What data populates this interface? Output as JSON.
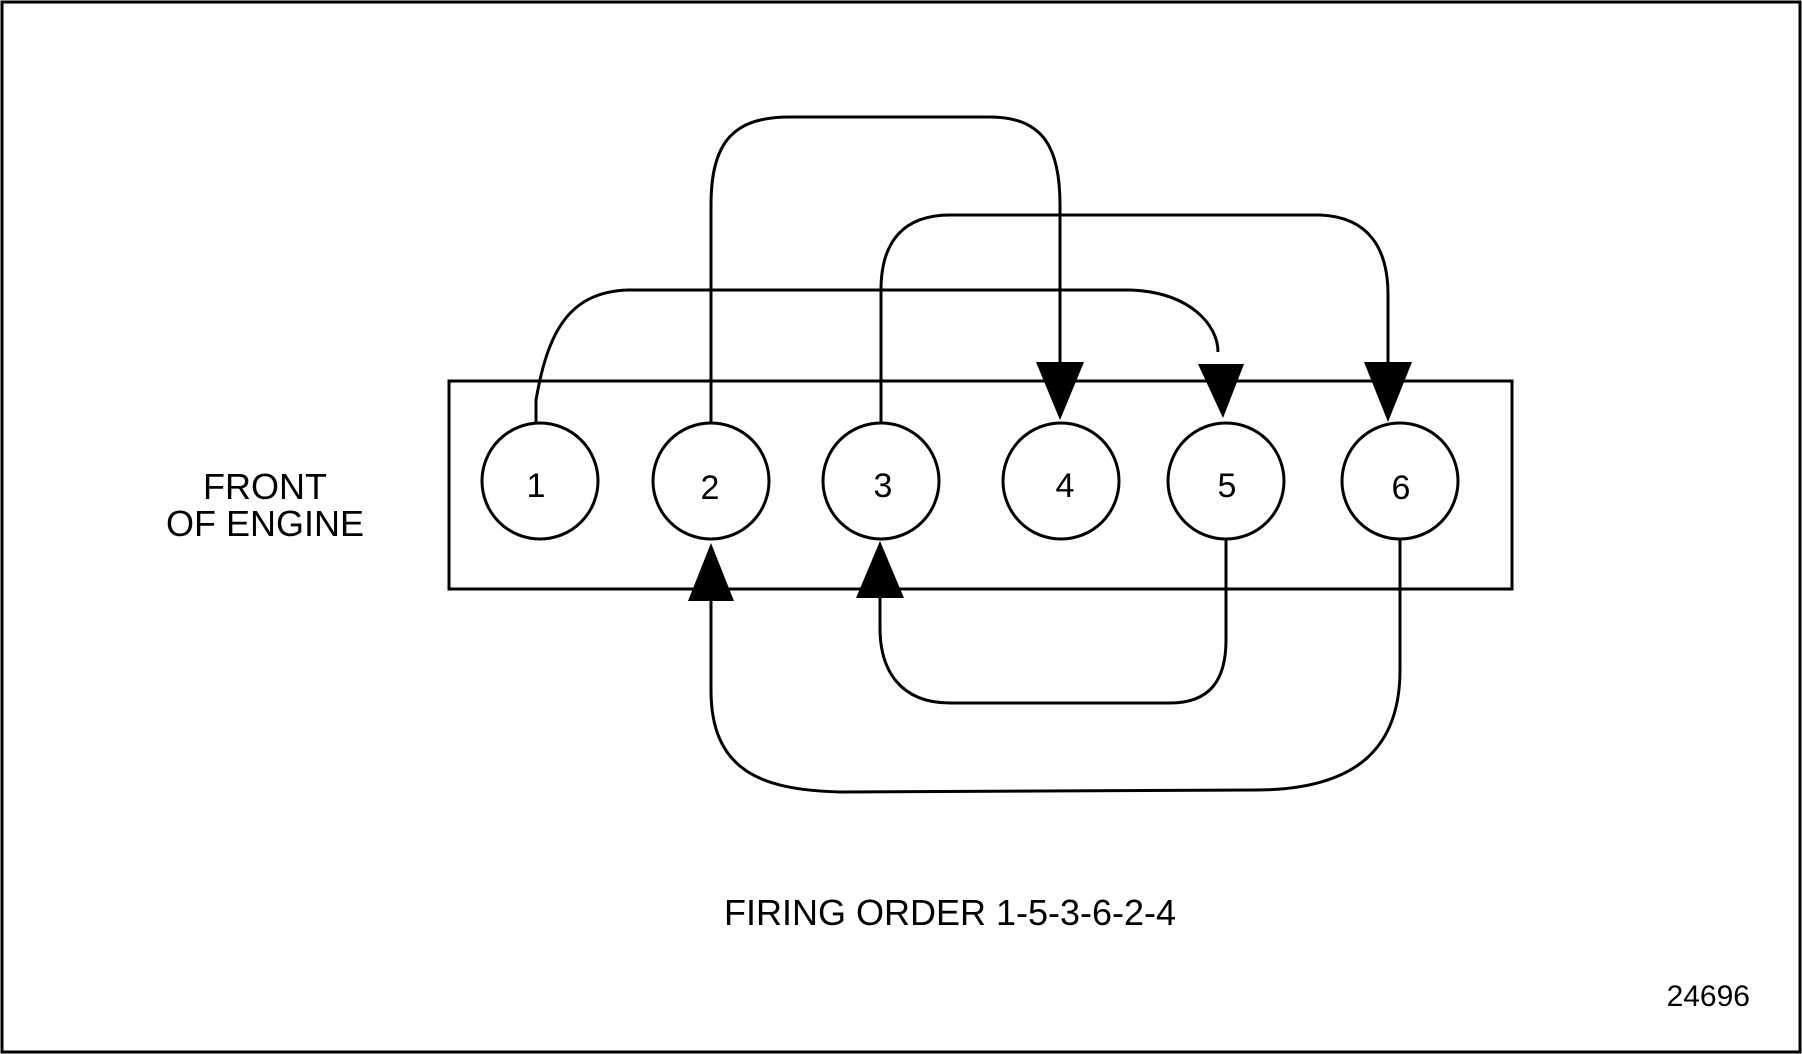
{
  "front_label": {
    "line1": "FRONT",
    "line2": "OF ENGINE"
  },
  "cylinders": [
    "1",
    "2",
    "3",
    "4",
    "5",
    "6"
  ],
  "firing_order": [
    "1",
    "5",
    "3",
    "6",
    "2",
    "4"
  ],
  "caption": "FIRING ORDER 1-5-3-6-2-4",
  "figure_id": "24696",
  "colors": {
    "line": "#000000",
    "background": "#ffffff"
  }
}
